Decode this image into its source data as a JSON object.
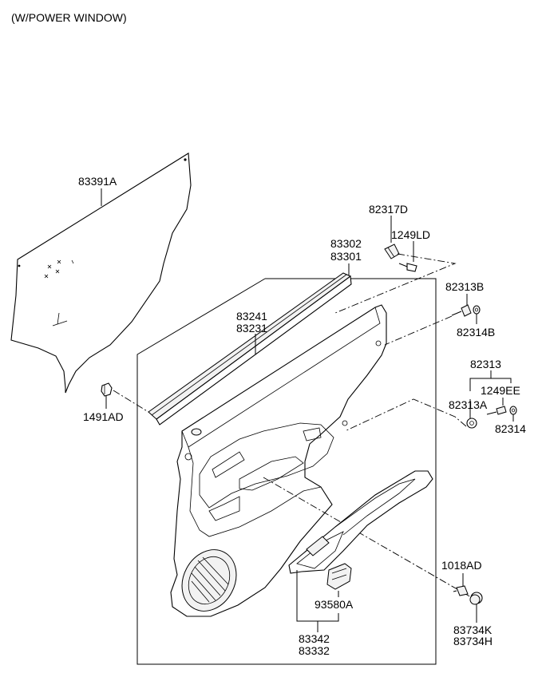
{
  "header": {
    "note": "(W/POWER WINDOW)"
  },
  "parts": {
    "p83391A": "83391A",
    "p1491AD": "1491AD",
    "p82317D": "82317D",
    "p1249LD": "1249LD",
    "p83302": "83302",
    "p83301": "83301",
    "p83241": "83241",
    "p83231": "83231",
    "p82313B": "82313B",
    "p82314B": "82314B",
    "p82313": "82313",
    "p1249EE": "1249EE",
    "p82313A": "82313A",
    "p82314": "82314",
    "p1018AD": "1018AD",
    "p93580A": "93580A",
    "p83734K": "83734K",
    "p83734H": "83734H",
    "p83342": "83342",
    "p83332": "83332"
  }
}
